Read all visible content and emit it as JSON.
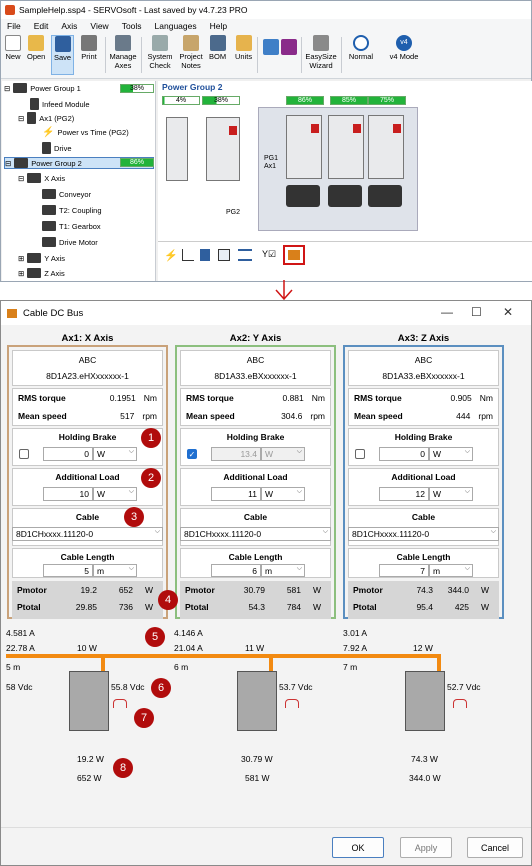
{
  "app": {
    "title": "SampleHelp.ssp4 - SERVOsoft - Last saved by v4.7.23 PRO",
    "menu": [
      "File",
      "Edit",
      "Axis",
      "View",
      "Tools",
      "Languages",
      "Help"
    ],
    "toolbar": {
      "new": "New",
      "open": "Open",
      "save": "Save",
      "print": "Print",
      "manage_axes": "Manage Axes",
      "system_check": "System Check",
      "project_notes": "Project Notes",
      "bom": "BOM",
      "units": "Units",
      "easysize": "EasySize Wizard",
      "normal": "Normal",
      "v4mode": "v4 Mode",
      "v4badge": "v4"
    },
    "tree": {
      "pg1": "Power Group 1",
      "pg1_pct": "38%",
      "infeed": "Infeed Module",
      "ax1": "Ax1 (PG2)",
      "pvt": "Power vs Time (PG2)",
      "drive": "Drive",
      "pg2": "Power Group 2",
      "pg2_pct": "86%",
      "xaxis": "X Axis",
      "conveyor": "Conveyor",
      "coupling": "T2: Coupling",
      "gearbox": "T1: Gearbox",
      "drive_motor": "Drive Motor",
      "yaxis": "Y Axis",
      "zaxis": "Z Axis"
    },
    "canvas": {
      "title": "Power Group 2",
      "p1": "4%",
      "p2": "38%",
      "p3": "86%",
      "p4": "85%",
      "p5": "75%",
      "pg2": "PG2",
      "pg1": "PG1",
      "ax1": "Ax1"
    }
  },
  "dialog": {
    "title": "Cable DC Bus",
    "axes": [
      {
        "header": "Ax1: X Axis",
        "brand": "ABC",
        "model": "8D1A23.eHXxxxxxx-1",
        "rms": "0.1951",
        "rms_unit": "Nm",
        "speed": "517",
        "speed_unit": "rpm",
        "brake_checked": false,
        "brake_val": "0",
        "brake_unit": "W",
        "load_val": "10",
        "load_unit": "W",
        "cable": "8D1CHxxxx.11120-0",
        "len_val": "5",
        "len_unit": "m",
        "pmotor_a": "19.2",
        "pmotor_b": "652",
        "ptotal_a": "29.85",
        "ptotal_b": "736",
        "color": "#c9a27a"
      },
      {
        "header": "Ax2: Y Axis",
        "brand": "ABC",
        "model": "8D1A33.eBXxxxxxx-1",
        "rms": "0.881",
        "rms_unit": "Nm",
        "speed": "304.6",
        "speed_unit": "rpm",
        "brake_checked": true,
        "brake_val": "13.4",
        "brake_unit": "W",
        "load_val": "11",
        "load_unit": "W",
        "cable": "8D1CHxxxx.11120-0",
        "len_val": "6",
        "len_unit": "m",
        "pmotor_a": "30.79",
        "pmotor_b": "581",
        "ptotal_a": "54.3",
        "ptotal_b": "784",
        "color": "#8cbf7e"
      },
      {
        "header": "Ax3: Z Axis",
        "brand": "ABC",
        "model": "8D1A33.eBXxxxxxx-1",
        "rms": "0.905",
        "rms_unit": "Nm",
        "speed": "444",
        "speed_unit": "rpm",
        "brake_checked": false,
        "brake_val": "0",
        "brake_unit": "W",
        "load_val": "12",
        "load_unit": "W",
        "cable": "8D1CHxxxx.11120-0",
        "len_val": "7",
        "len_unit": "m",
        "pmotor_a": "74.3",
        "pmotor_b": "344.0",
        "ptotal_a": "95.4",
        "ptotal_b": "425",
        "color": "#5b8fc0"
      }
    ],
    "labels": {
      "rms": "RMS torque",
      "speed": "Mean speed",
      "brake": "Holding Brake",
      "load": "Additional Load",
      "cable": "Cable",
      "length": "Cable Length",
      "pmotor": "Pmotor",
      "ptotal": "Ptotal",
      "w": "W"
    },
    "diagram": {
      "i1": "4.581 A",
      "a1": "22.78 A",
      "w1": "10 W",
      "l1": "5 m",
      "v1": "58 Vdc",
      "vm1": "55.8 Vdc",
      "pm1": "19.2 W",
      "pt1": "652 W",
      "i2": "4.146 A",
      "a2": "21.04 A",
      "w2": "11 W",
      "l2": "6 m",
      "vm2": "53.7 Vdc",
      "pm2": "30.79 W",
      "pt2": "581 W",
      "i3": "3.01 A",
      "a3": "7.92 A",
      "w3": "12 W",
      "l3": "7 m",
      "vm3": "52.7 Vdc",
      "pm3": "74.3 W",
      "pt3": "344.0 W"
    },
    "badges": [
      "1",
      "2",
      "3",
      "4",
      "5",
      "6",
      "7",
      "8"
    ],
    "buttons": {
      "ok": "OK",
      "apply": "Apply",
      "cancel": "Cancel"
    }
  },
  "colors": {
    "accent_red": "#b10c0c",
    "bus_orange": "#f28a11",
    "green": "#22b33a"
  }
}
